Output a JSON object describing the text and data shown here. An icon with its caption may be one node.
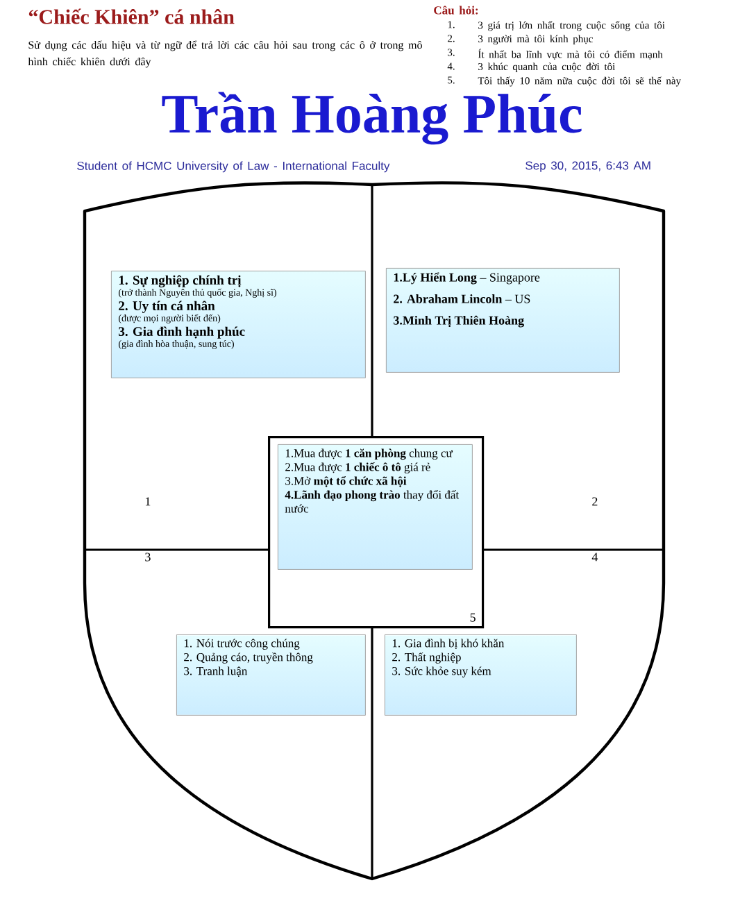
{
  "diagram": {
    "title": "“Chiếc Khiên” cá nhân",
    "nodes": [
      {
        "text": [
          "5"
        ]
      },
      {
        "text": [
          "1.Mua được **1 căn phòng** chung cư",
          "2.Mua được **1 chiếc ô tô** giá rẻ",
          "3.Mở **một tổ chức xã hội**",
          "**4.Lãnh đạo phong trào** thay đổi đất nước"
        ],
        "in": 0
      },
      {
        "text": [
          "1. Sự nghiệp chính trị",
          "(trở thành Nguyên thủ quốc gia, Nghị sĩ)",
          "2. Uy tín cá nhân",
          "(được mọi người biết đến)",
          "3. Gia đình hạnh phúc",
          "(gia đình hòa thuận, sung túc)"
        ]
      },
      {
        "text": [
          "**1.Lý Hiển Long** – Singapore",
          "**2. Abraham Lincoln** – US",
          "3.Minh Trị Thiên Hoàng"
        ]
      },
      {
        "text": [
          "1. Nói trước công chúng",
          "2. Quảng cáo, truyền thông",
          "3. Tranh luận"
        ]
      },
      {
        "text": [
          "1. Gia đình bị khó khăn",
          "2. Thất nghiệp",
          "3. Sức khỏe suy kém"
        ]
      }
    ],
    "labels": [
      "Sử dụng các dấu hiệu và từ ngữ để trả lời các câu hỏi sau trong các ô ở trong mô hình chiếc khiên dưới đây",
      "Câu hỏi:",
      "1.",
      "3 giá trị lớn nhất trong cuộc sống của tôi",
      "2.",
      "3 người mà tôi kính phục",
      "3.",
      "Ít nhất ba lĩnh vực mà tôi có điểm mạnh",
      "4.",
      "3 khúc quanh của cuộc đời tôi",
      "5.",
      "Tôi thấy 10 năm nữa cuộc đời tôi sẽ thế này",
      "Trần Hoàng Phúc",
      "Student of HCMC University of Law - International Faculty",
      "Sep 30, 2015, 6:43 AM",
      "1",
      "2",
      "3",
      "4"
    ]
  }
}
